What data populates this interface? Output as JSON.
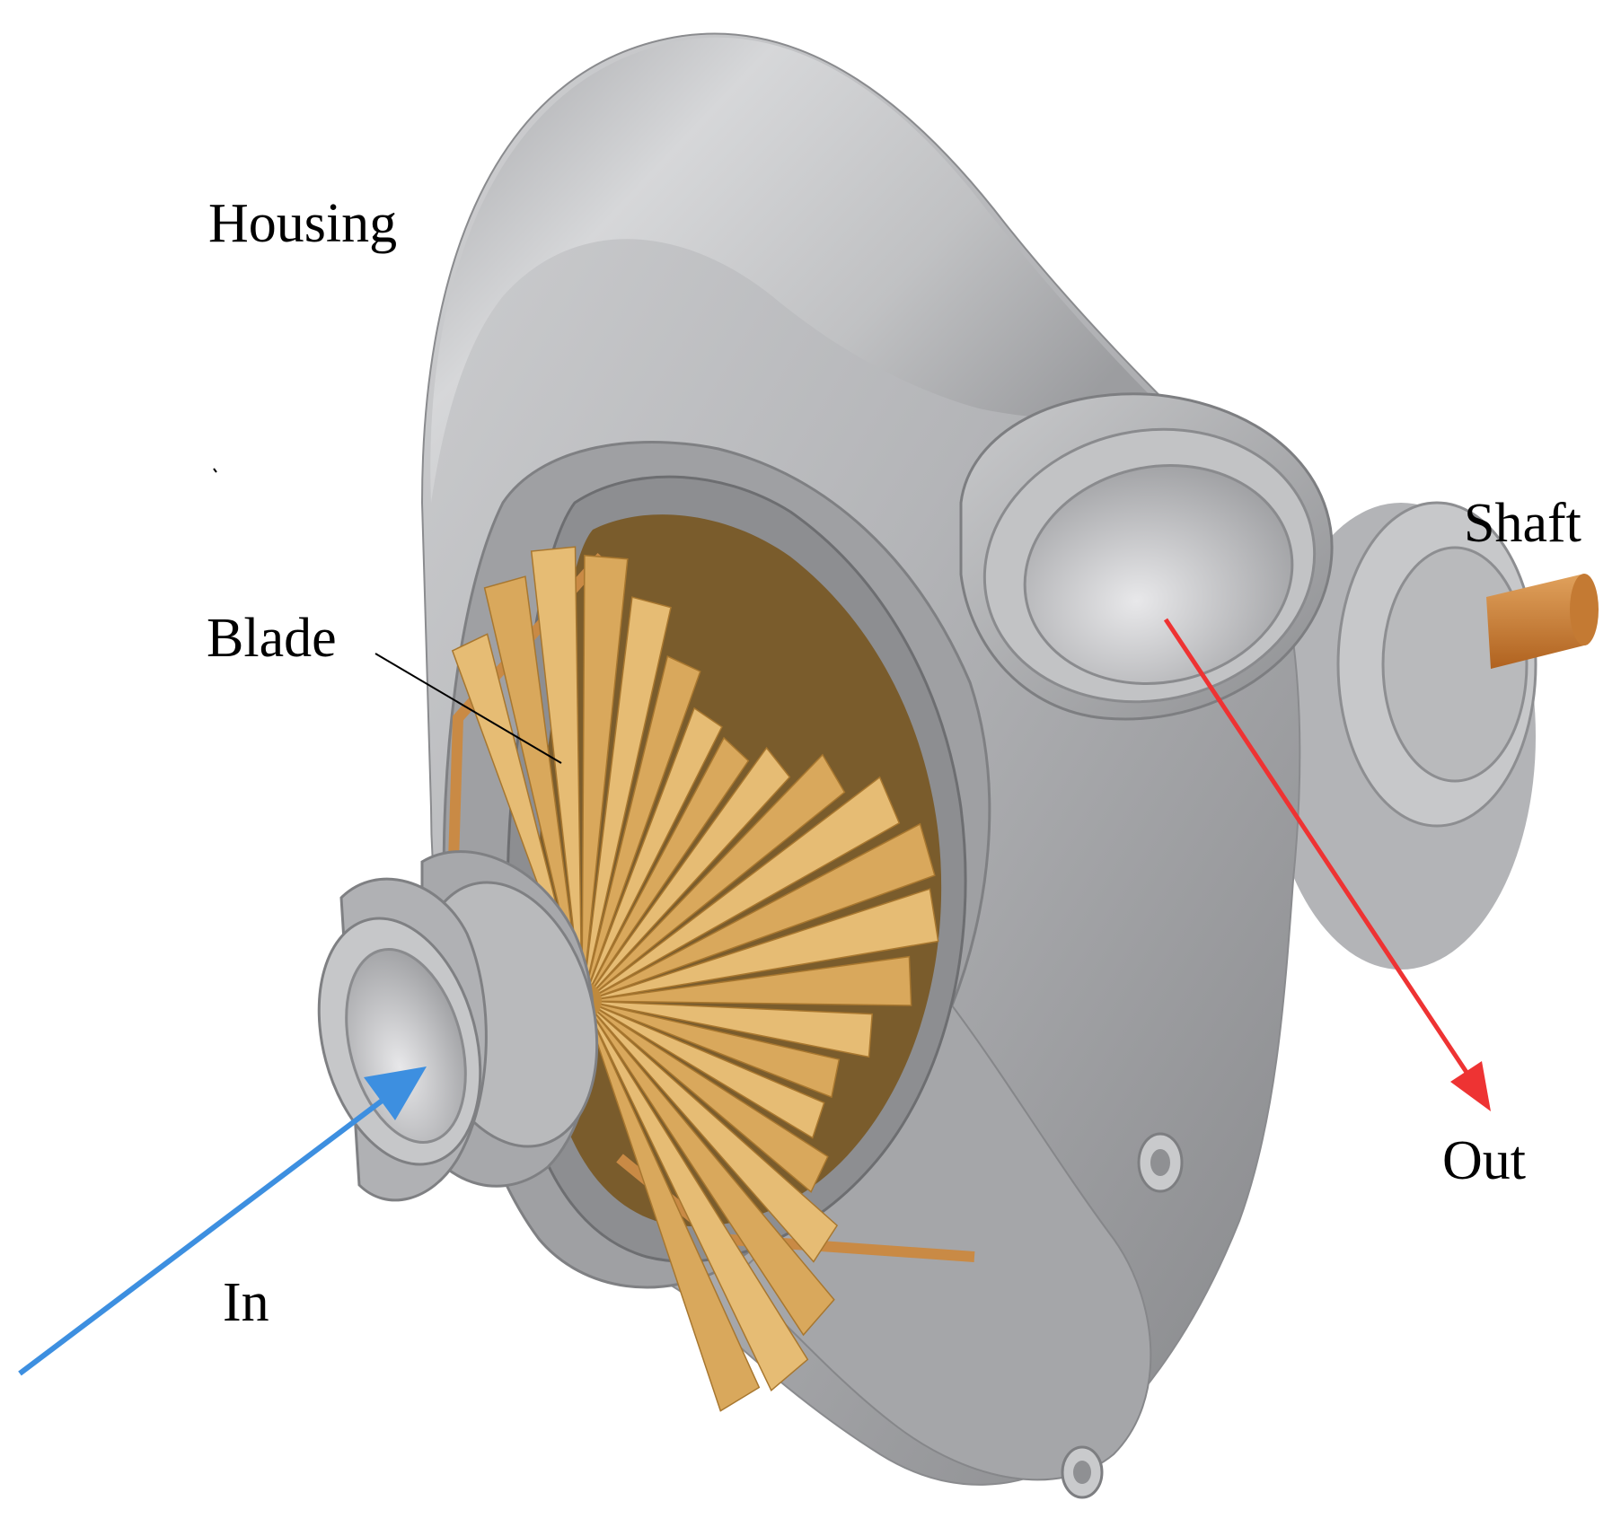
{
  "labels": {
    "housing": "Housing",
    "blade": "Blade",
    "shaft": "Shaft",
    "out": "Out",
    "in": "In"
  },
  "colors": {
    "housing_grey": "#a9aaad",
    "housing_dark": "#7c7d80",
    "housing_light": "#d3d4d6",
    "blade_gold": "#d9a85c",
    "blade_dark": "#a8772f",
    "shroud_orange": "#c98a45",
    "shaft_orange": "#c8772e",
    "in_arrow": "#3d8fe0",
    "out_arrow": "#ee3333",
    "leader_line": "#000000"
  },
  "icons": {
    "in_flow": "arrow-blue-icon",
    "out_flow": "arrow-red-icon"
  }
}
